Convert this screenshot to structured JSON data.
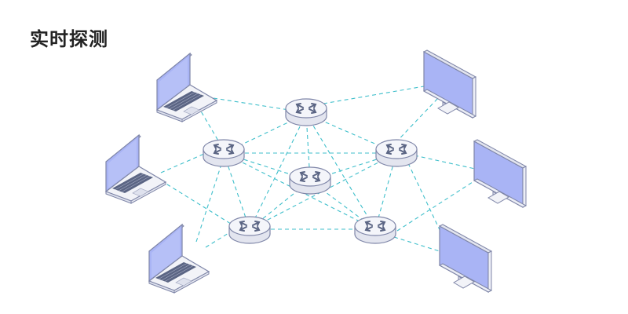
{
  "page": {
    "title": "实时探测"
  },
  "colors": {
    "link_line": "#3fbfcb",
    "screen_fill": "#a9b4f5",
    "device_outline": "#7f86a8",
    "device_body": "#f2f3f8",
    "router_top": "#f4f5fa",
    "router_arrows": "#5b6584"
  },
  "diagram": {
    "routers": [
      "router-top",
      "router-left",
      "router-right",
      "router-center",
      "router-bottom-left",
      "router-bottom-right"
    ],
    "laptops": [
      "laptop-top-left",
      "laptop-mid-left",
      "laptop-bottom-left"
    ],
    "monitors": [
      "monitor-top-right",
      "monitor-mid-right",
      "monitor-bottom-right"
    ]
  }
}
